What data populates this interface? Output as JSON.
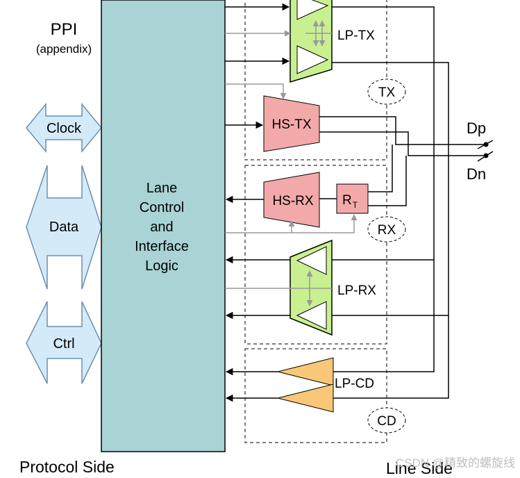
{
  "labels": {
    "ppi": "PPI",
    "ppi_sub": "(appendix)",
    "clock": "Clock",
    "data": "Data",
    "ctrl": "Ctrl",
    "lane_line1": "Lane",
    "lane_line2": "Control",
    "lane_line3": "and",
    "lane_line4": "Interface",
    "lane_line5": "Logic",
    "lp_tx": "LP-TX",
    "hs_tx": "HS-TX",
    "hs_rx": "HS-RX",
    "rt": "R",
    "rt_sub": "T",
    "lp_rx": "LP-RX",
    "lp_cd": "LP-CD",
    "tx": "TX",
    "rx": "RX",
    "cd": "CD",
    "dp": "Dp",
    "dn": "Dn",
    "protocol_side": "Protocol Side",
    "line_side": "Line Side",
    "watermark": "CSDN @精致的螺旋线"
  },
  "colors": {
    "lane_fill": "#a9d3d5",
    "arrow_fill": "#d5eaf8",
    "arrow_stroke": "#6a90b0",
    "lp_fill": "#c8f090",
    "hs_fill": "#f3a9a9",
    "cd_fill": "#f8c878",
    "control_gray": "#999999",
    "line": "#000000"
  }
}
